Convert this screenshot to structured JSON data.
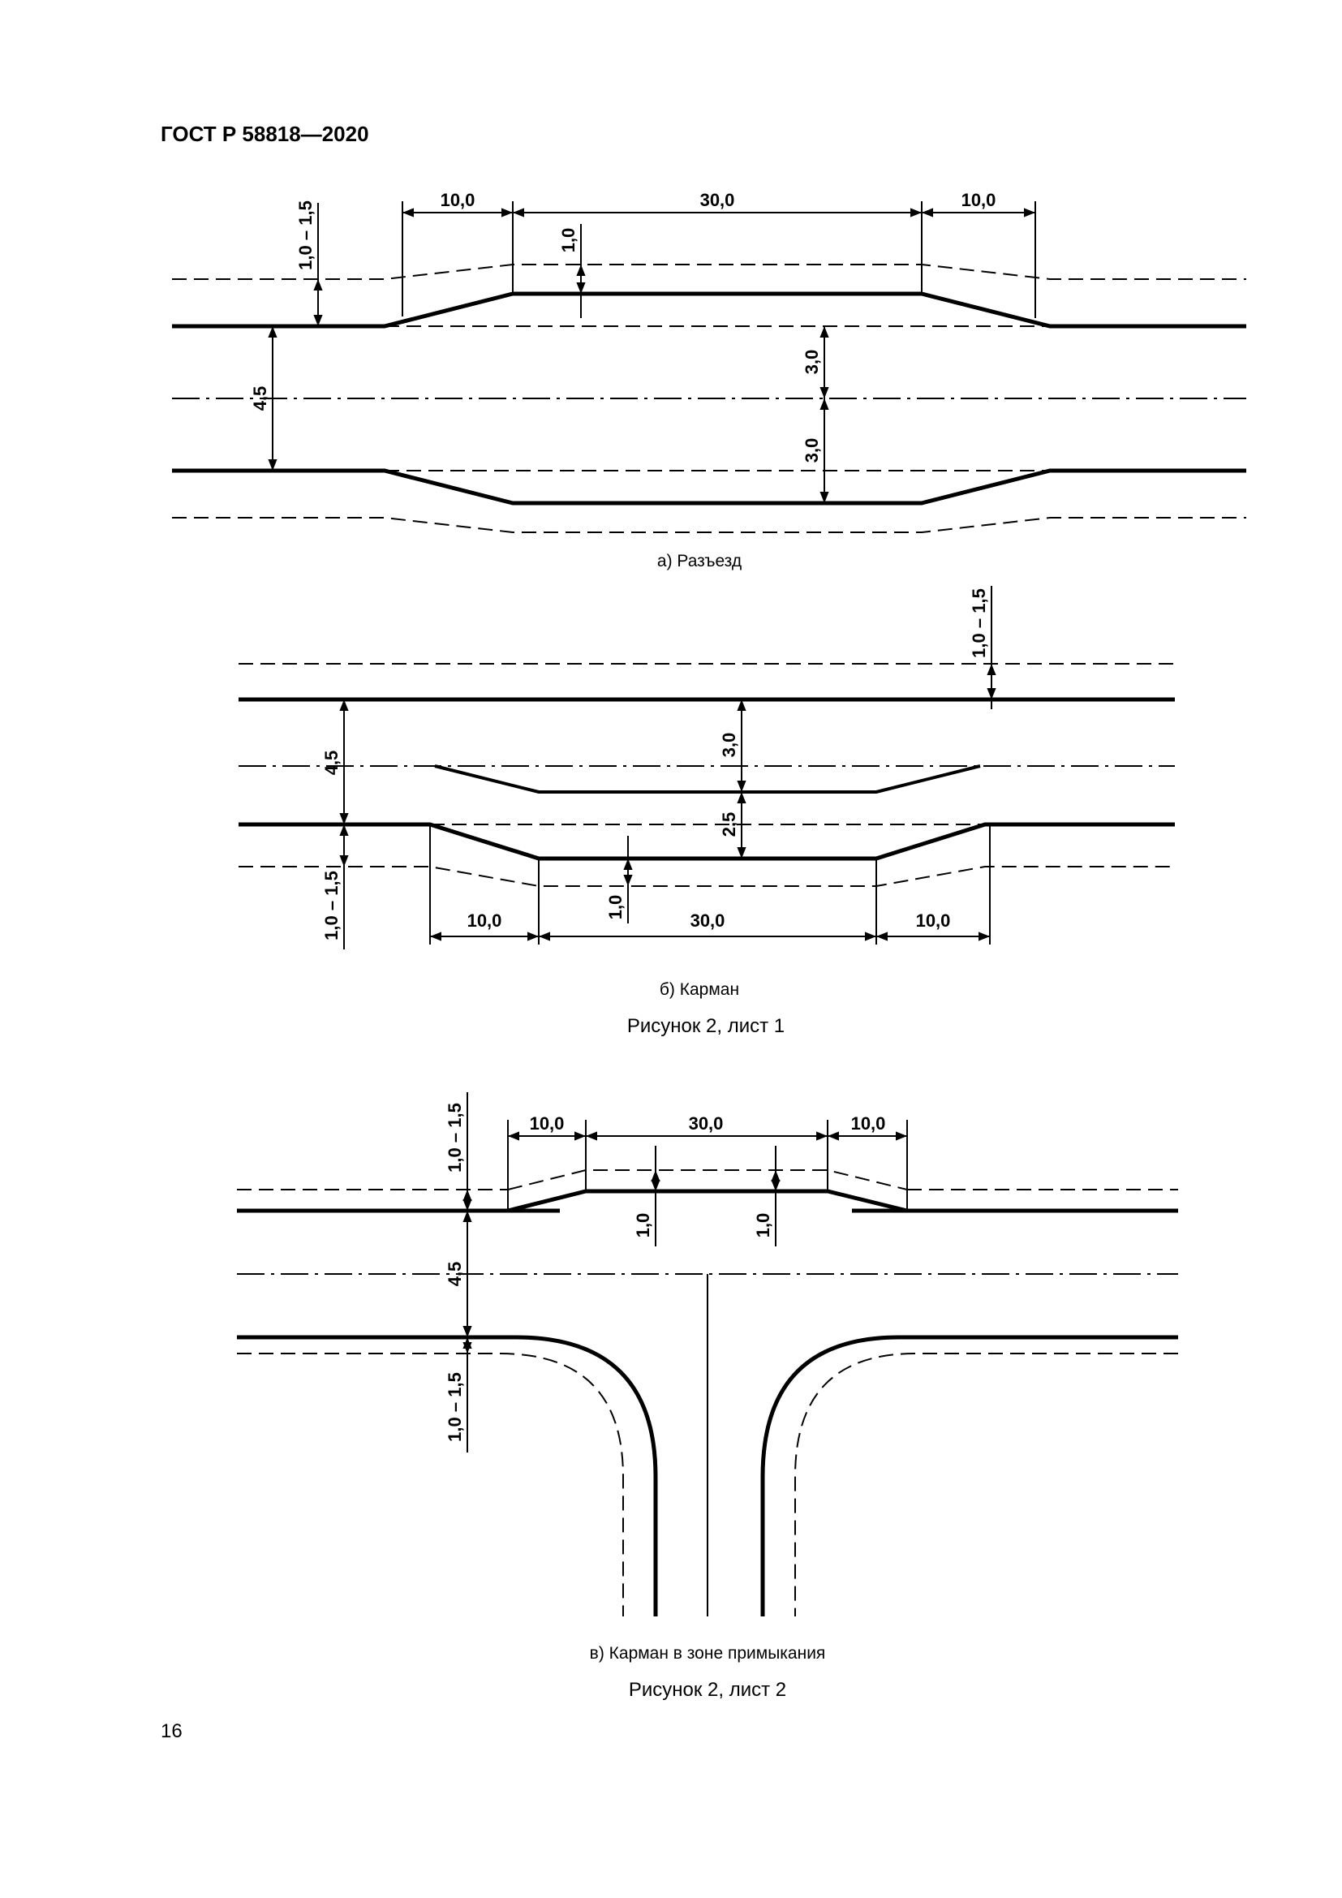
{
  "header": {
    "standard": "ГОСТ Р 58818—2020"
  },
  "page_number": "16",
  "figure_a": {
    "caption": "а) Разъезд",
    "dims": {
      "left_taper": "10,0",
      "middle": "30,0",
      "right_taper": "10,0",
      "shoulder_top": "1,0 – 1,5",
      "offset": "1,0",
      "lane_width": "4,5",
      "half_top": "3,0",
      "half_bottom": "3,0"
    }
  },
  "figure_b": {
    "caption": "б) Карман",
    "dims": {
      "shoulder_top": "1,0 – 1,5",
      "lane_width": "4,5",
      "upper_gap": "3,0",
      "lower_gap": "2,5",
      "shoulder_bottom": "1,0 – 1,5",
      "offset": "1,0",
      "left_taper": "10,0",
      "middle": "30,0",
      "right_taper": "10,0"
    }
  },
  "sheet1_caption": "Рисунок 2, лист 1",
  "figure_c": {
    "caption": "в) Карман в зоне примыкания",
    "dims": {
      "shoulder_top": "1,0 – 1,5",
      "left_taper": "10,0",
      "middle": "30,0",
      "right_taper": "10,0",
      "offset_left": "1,0",
      "offset_right": "1,0",
      "lane_width": "4,5",
      "shoulder_bottom": "1,0 – 1,5"
    }
  },
  "sheet2_caption": "Рисунок 2, лист 2"
}
